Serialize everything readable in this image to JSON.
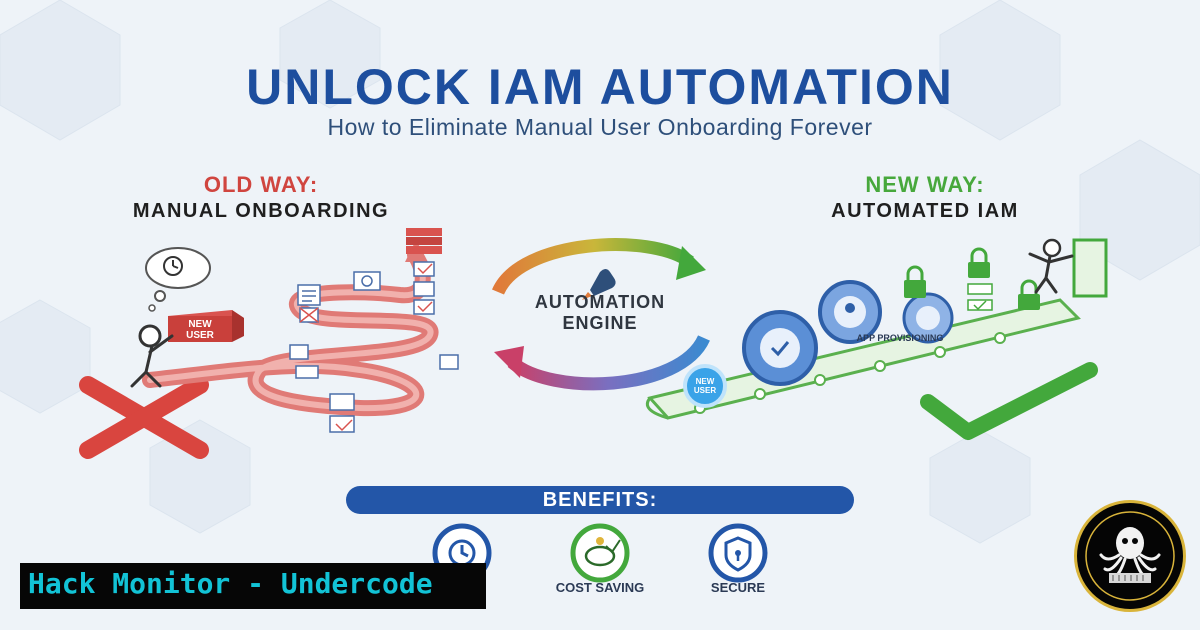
{
  "title": "UNLOCK IAM AUTOMATION",
  "subtitle": "How to Eliminate Manual User Onboarding Forever",
  "old_way": {
    "label": "OLD WAY:",
    "heading": "MANUAL ONBOARDING",
    "box_label": "NEW USER"
  },
  "new_way": {
    "label": "NEW WAY:",
    "heading": "AUTOMATED IAM",
    "conveyor_label": "APP PROVISIONING",
    "bubble_label": "NEW USER"
  },
  "engine": {
    "line1": "AUTOMATION",
    "line2": "ENGINE"
  },
  "benefits": {
    "heading": "BENEFITS:",
    "items": [
      {
        "label": "",
        "icon": "clock-icon"
      },
      {
        "label": "COST SAVING",
        "icon": "piggy-bank-icon"
      },
      {
        "label": "SECURE",
        "icon": "shield-lock-icon"
      }
    ]
  },
  "brand": {
    "text": "Hack Monitor - Undercode"
  },
  "colors": {
    "title": "#1d4e9e",
    "old": "#d0453f",
    "new": "#47a83c",
    "benefits_bar": "#2356a8",
    "brand_text": "#12c3d6"
  }
}
